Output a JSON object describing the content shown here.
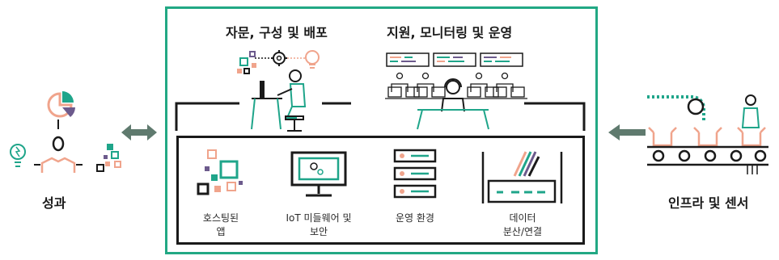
{
  "headings": {
    "consulting": "자문, 구성 및 배포",
    "support": "지원, 모니터링 및 운영"
  },
  "left": {
    "label": "성과"
  },
  "right": {
    "label": "인프라 및 센서"
  },
  "services": [
    {
      "line1": "호스팅된",
      "line2": "앱",
      "icon": "app-tiles-icon"
    },
    {
      "line1": "IoT 미들웨어 및",
      "line2": "보안",
      "icon": "monitor-gears-icon"
    },
    {
      "line1": "운영 환경",
      "line2": "",
      "icon": "server-stack-icon"
    },
    {
      "line1": "데이터",
      "line2": "분산/연결",
      "icon": "data-router-icon"
    }
  ],
  "colors": {
    "frame": "#22a884",
    "accent_green": "#1fa58a",
    "accent_orange": "#f0a48c",
    "accent_purple": "#6c5a8c",
    "dark": "#1a1a1a",
    "gray_arrow": "#5f7a6e"
  }
}
